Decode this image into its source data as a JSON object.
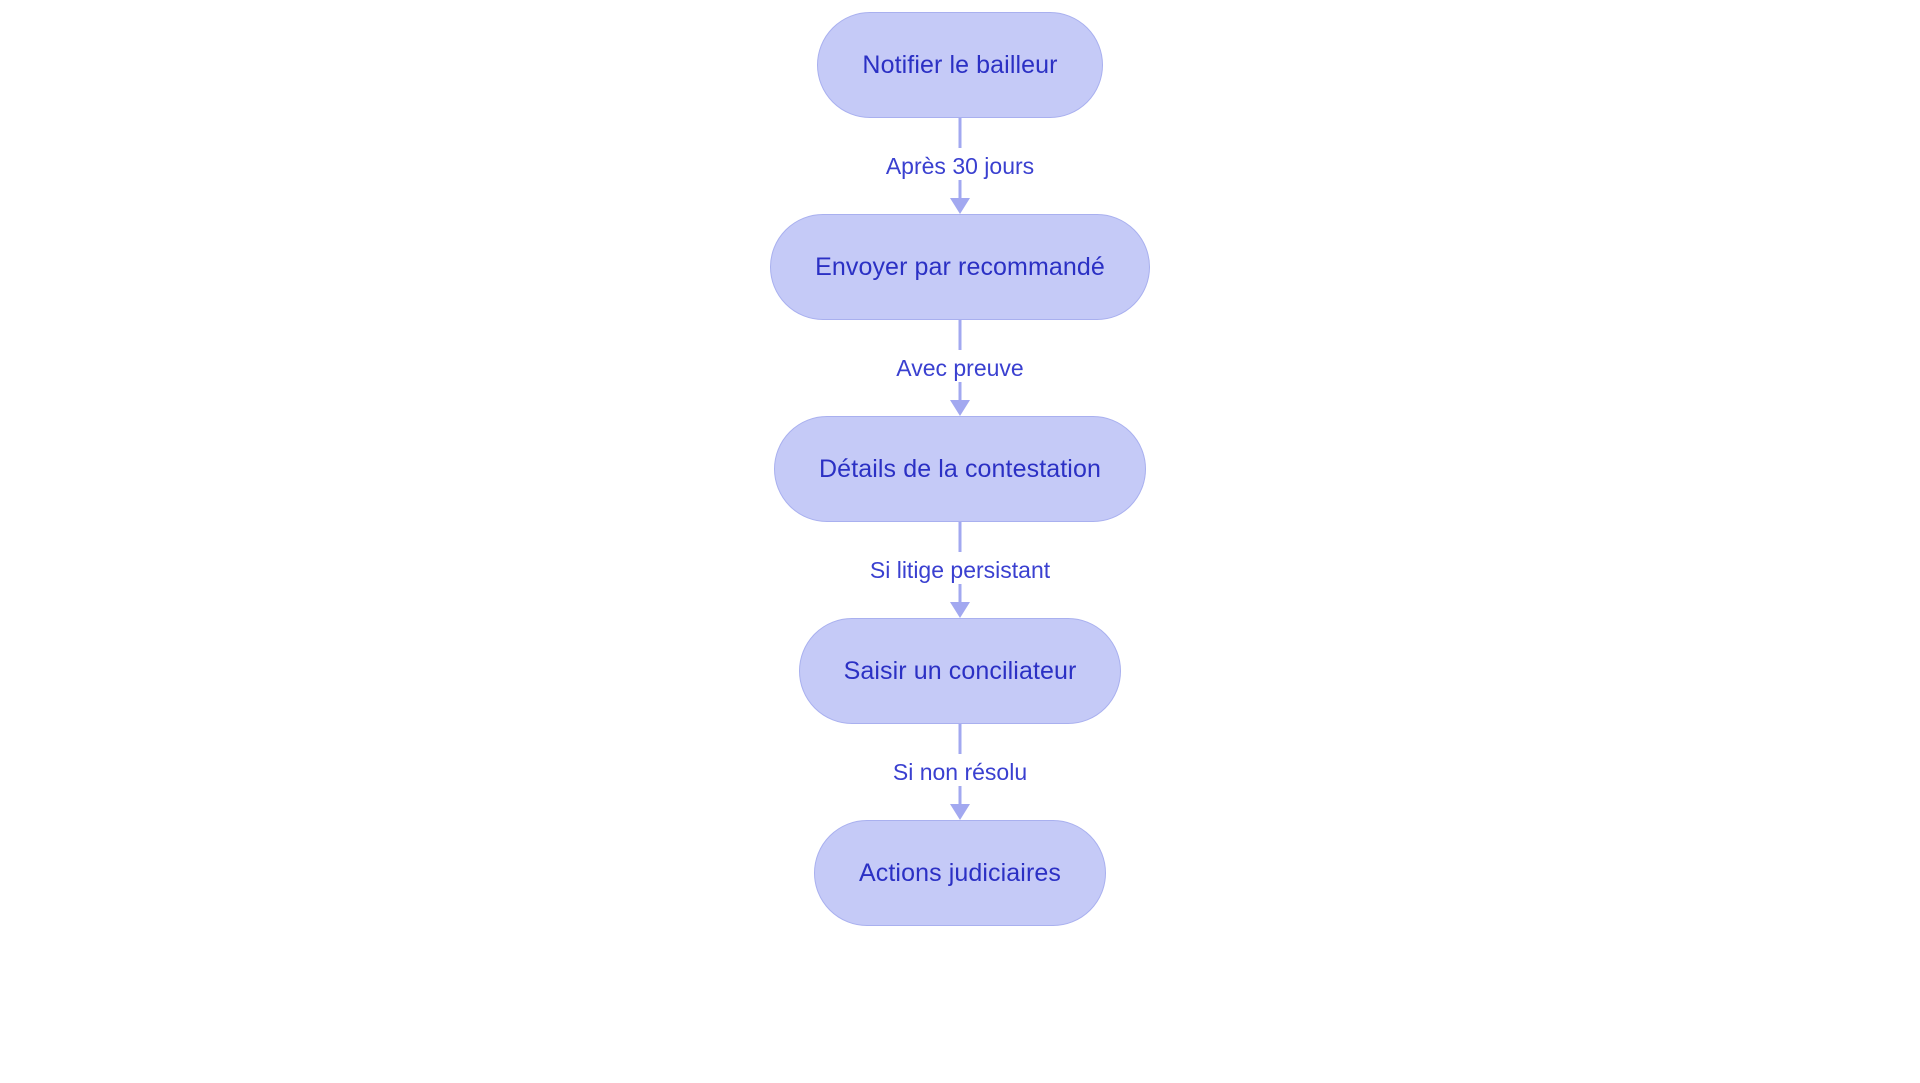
{
  "diagram": {
    "type": "flowchart",
    "orientation": "top-to-bottom",
    "background_color": "#ffffff",
    "node_fill_color": "#c5caf7",
    "node_border_color": "#a9b0ef",
    "node_text_color": "#2b30c4",
    "edge_color": "#a2a8f0",
    "edge_label_color": "#3a40d0",
    "nodes": [
      {
        "id": "n1",
        "label": "Notifier le bailleur"
      },
      {
        "id": "n2",
        "label": "Envoyer par recommandé"
      },
      {
        "id": "n3",
        "label": "Détails de la contestation"
      },
      {
        "id": "n4",
        "label": "Saisir un conciliateur"
      },
      {
        "id": "n5",
        "label": "Actions judiciaires"
      }
    ],
    "edges": [
      {
        "from": "n1",
        "to": "n2",
        "label": "Après 30 jours"
      },
      {
        "from": "n2",
        "to": "n3",
        "label": "Avec preuve"
      },
      {
        "from": "n3",
        "to": "n4",
        "label": "Si litige persistant"
      },
      {
        "from": "n4",
        "to": "n5",
        "label": "Si non résolu"
      }
    ]
  }
}
